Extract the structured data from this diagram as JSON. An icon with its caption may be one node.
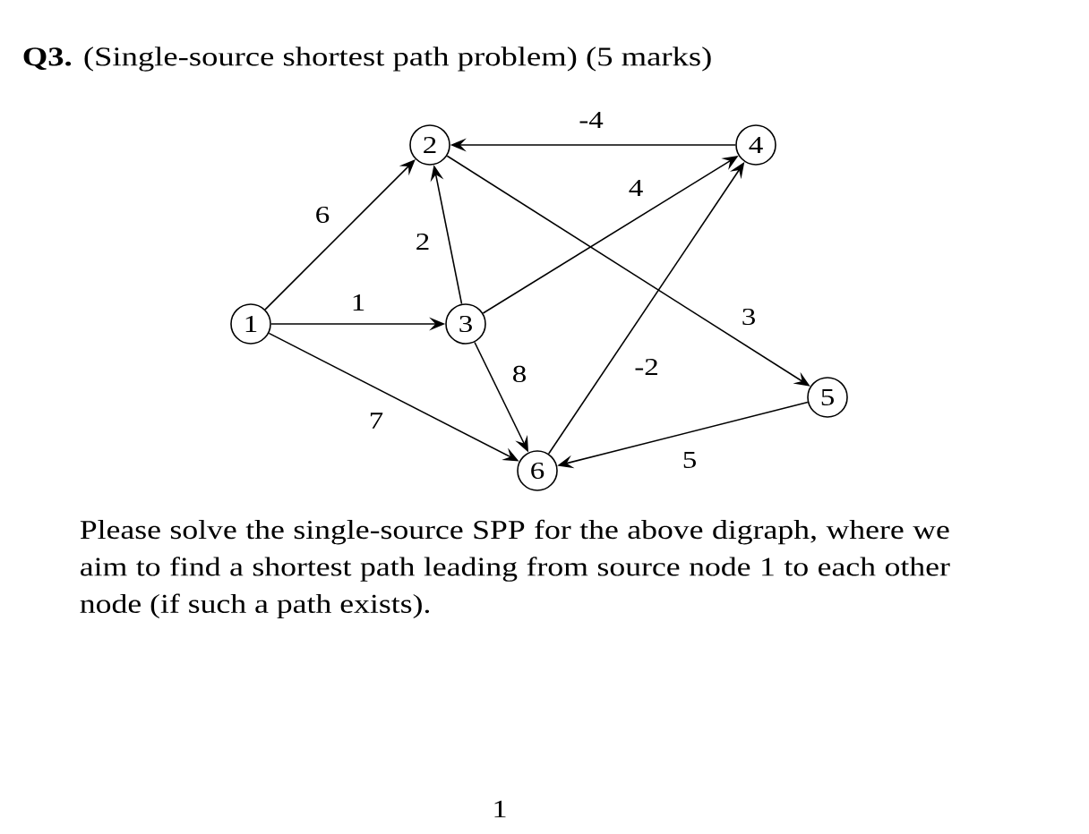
{
  "diagram": {
    "title": "**Q3.** (Single-source shortest path problem) (5 marks)",
    "nodes": [
      {
        "text": [
          "1"
        ]
      },
      {
        "text": [
          "2"
        ]
      },
      {
        "text": [
          "3"
        ]
      },
      {
        "text": [
          "4"
        ]
      },
      {
        "text": [
          "5"
        ]
      },
      {
        "text": [
          "6"
        ]
      }
    ],
    "edges": [
      {
        "from": 0,
        "to": 1,
        "arrow": "to",
        "label": "6"
      },
      {
        "from": 0,
        "to": 2,
        "arrow": "to",
        "label": "1"
      },
      {
        "from": 0,
        "to": 5,
        "arrow": "to",
        "label": "7"
      },
      {
        "from": 2,
        "to": 1,
        "arrow": "to",
        "label": "2"
      },
      {
        "from": 3,
        "to": 1,
        "arrow": "to",
        "label": "-4"
      },
      {
        "from": 2,
        "to": 3,
        "arrow": "to",
        "label": "4"
      },
      {
        "from": 1,
        "to": 4,
        "arrow": "to",
        "label": "3"
      },
      {
        "from": 2,
        "to": 5,
        "arrow": "to",
        "label": "8"
      },
      {
        "from": 5,
        "to": 3,
        "arrow": "to",
        "label": "-2"
      },
      {
        "from": 4,
        "to": 5,
        "arrow": "to",
        "label": "5"
      }
    ],
    "labels": [
      "Please solve the single-source SPP for the above digraph, where we aim to find a shortest path leading from source node 1 to each other node (if such a path exists).",
      "1"
    ]
  }
}
